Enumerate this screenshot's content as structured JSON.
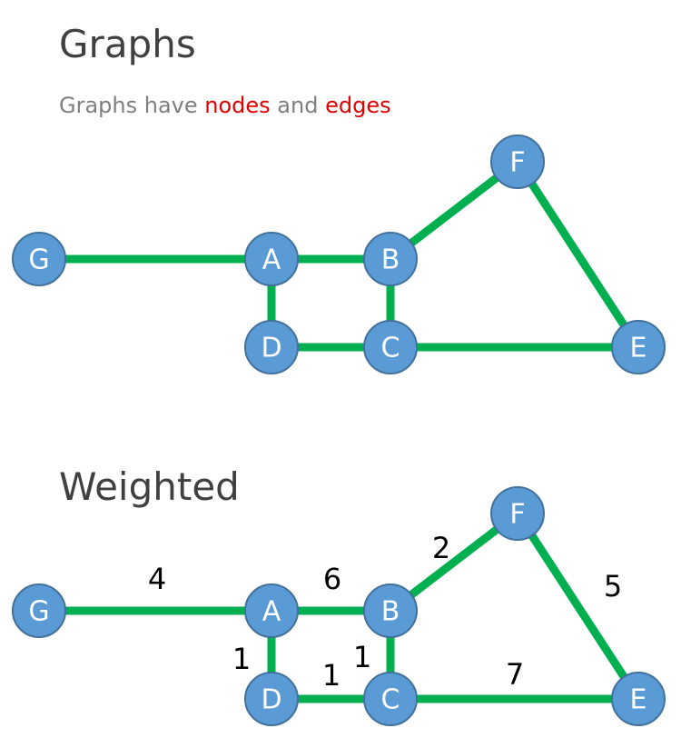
{
  "section1": {
    "title": "Graphs",
    "subtitle": {
      "prefix": "Graphs have ",
      "nodes_word": "nodes",
      "middle": " and ",
      "edges_word": "edges"
    }
  },
  "section2": {
    "title": "Weighted"
  },
  "graph": {
    "nodes": [
      "G",
      "A",
      "B",
      "D",
      "C",
      "E",
      "F"
    ],
    "edges": [
      {
        "from": "G",
        "to": "A",
        "weight": "4"
      },
      {
        "from": "A",
        "to": "B",
        "weight": "6"
      },
      {
        "from": "A",
        "to": "D",
        "weight": "1"
      },
      {
        "from": "B",
        "to": "C",
        "weight": "1"
      },
      {
        "from": "D",
        "to": "C",
        "weight": "1"
      },
      {
        "from": "B",
        "to": "F",
        "weight": "2"
      },
      {
        "from": "F",
        "to": "E",
        "weight": "5"
      },
      {
        "from": "C",
        "to": "E",
        "weight": "7"
      }
    ]
  },
  "colors": {
    "edge": "#00b050",
    "node_fill": "#5b9bd5",
    "node_stroke": "#41719c",
    "highlight": "#e00000",
    "title": "#404040",
    "subtitle": "#7f7f7f"
  }
}
